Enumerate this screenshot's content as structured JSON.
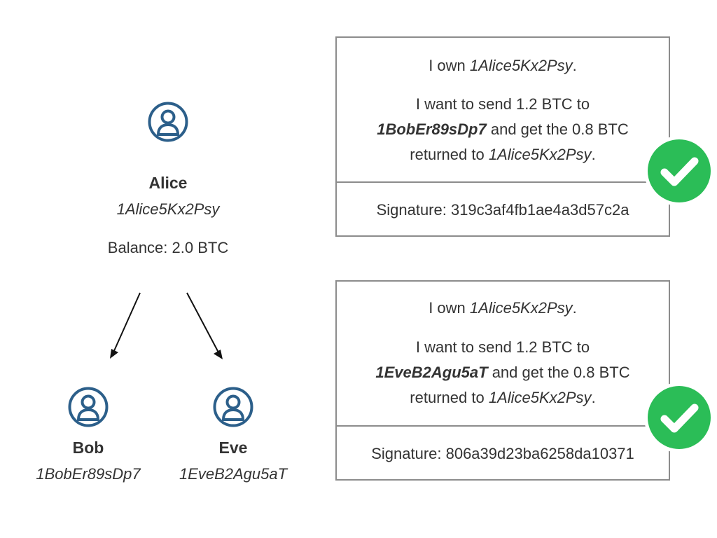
{
  "people": {
    "alice": {
      "name": "Alice",
      "address": "1Alice5Kx2Psy",
      "balance": "Balance: 2.0 BTC",
      "icon": "user-icon"
    },
    "bob": {
      "name": "Bob",
      "address": "1BobEr89sDp7",
      "icon": "user-icon"
    },
    "eve": {
      "name": "Eve",
      "address": "1EveB2Agu5aT",
      "icon": "user-icon"
    }
  },
  "transactions": [
    {
      "own_prefix": "I own ",
      "own_address": "1Alice5Kx2Psy",
      "own_suffix": ".",
      "send_line": "I want to send 1.2 BTC to",
      "recipient": "1BobEr89sDp7",
      "change_text": " and get the 0.8 BTC",
      "returned_prefix": "returned to ",
      "returned_address": "1Alice5Kx2Psy",
      "returned_suffix": ".",
      "signature": "Signature: 319c3af4fb1ae4a3d57c2a",
      "status_icon": "check-circle-icon"
    },
    {
      "own_prefix": "I own ",
      "own_address": "1Alice5Kx2Psy",
      "own_suffix": ".",
      "send_line": "I want to send 1.2 BTC to",
      "recipient": "1EveB2Agu5aT",
      "change_text": " and get the 0.8 BTC",
      "returned_prefix": "returned to ",
      "returned_address": "1Alice5Kx2Psy",
      "returned_suffix": ".",
      "signature": "Signature: 806a39d23ba6258da10371",
      "status_icon": "check-circle-icon"
    }
  ],
  "colors": {
    "icon_blue": "#2c5f8a",
    "check_green": "#2bbd57",
    "border_gray": "#8c8c8c",
    "text": "#333333"
  }
}
